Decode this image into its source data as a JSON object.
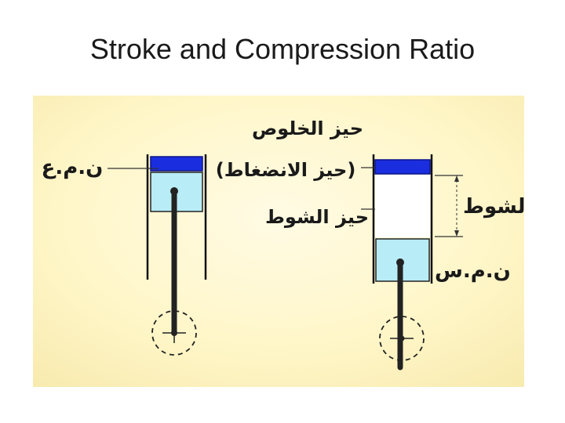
{
  "slide": {
    "title": "Stroke and Compression Ratio"
  },
  "diagram": {
    "labels": {
      "clearance_volume": "حيز الخلوص",
      "compression_volume": "(حيز الانضغاط)",
      "stroke_volume": "حيز الشوط",
      "tdc": "ن.م.ع",
      "stroke": "الشوط",
      "bdc": "ن.م.س"
    }
  },
  "colors": {
    "piston_head": "#1a2ee0",
    "piston_body": "#b8ecf6",
    "cylinder_wall": "#111111",
    "background": "#fff6c8"
  }
}
